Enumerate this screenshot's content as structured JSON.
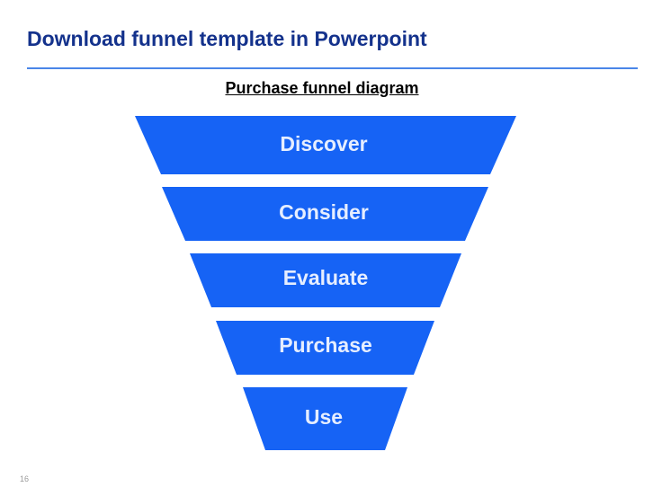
{
  "slide": {
    "title": "Download funnel template in Powerpoint",
    "page_number": "16"
  },
  "diagram": {
    "title": "Purchase funnel diagram",
    "stages": [
      {
        "label": "Discover"
      },
      {
        "label": "Consider"
      },
      {
        "label": "Evaluate"
      },
      {
        "label": "Purchase"
      },
      {
        "label": "Use"
      }
    ]
  },
  "colors": {
    "title": "#14328c",
    "rule": "#4a86e8",
    "stage_fill": "#1663f5",
    "stage_text": "#e6eeff"
  }
}
